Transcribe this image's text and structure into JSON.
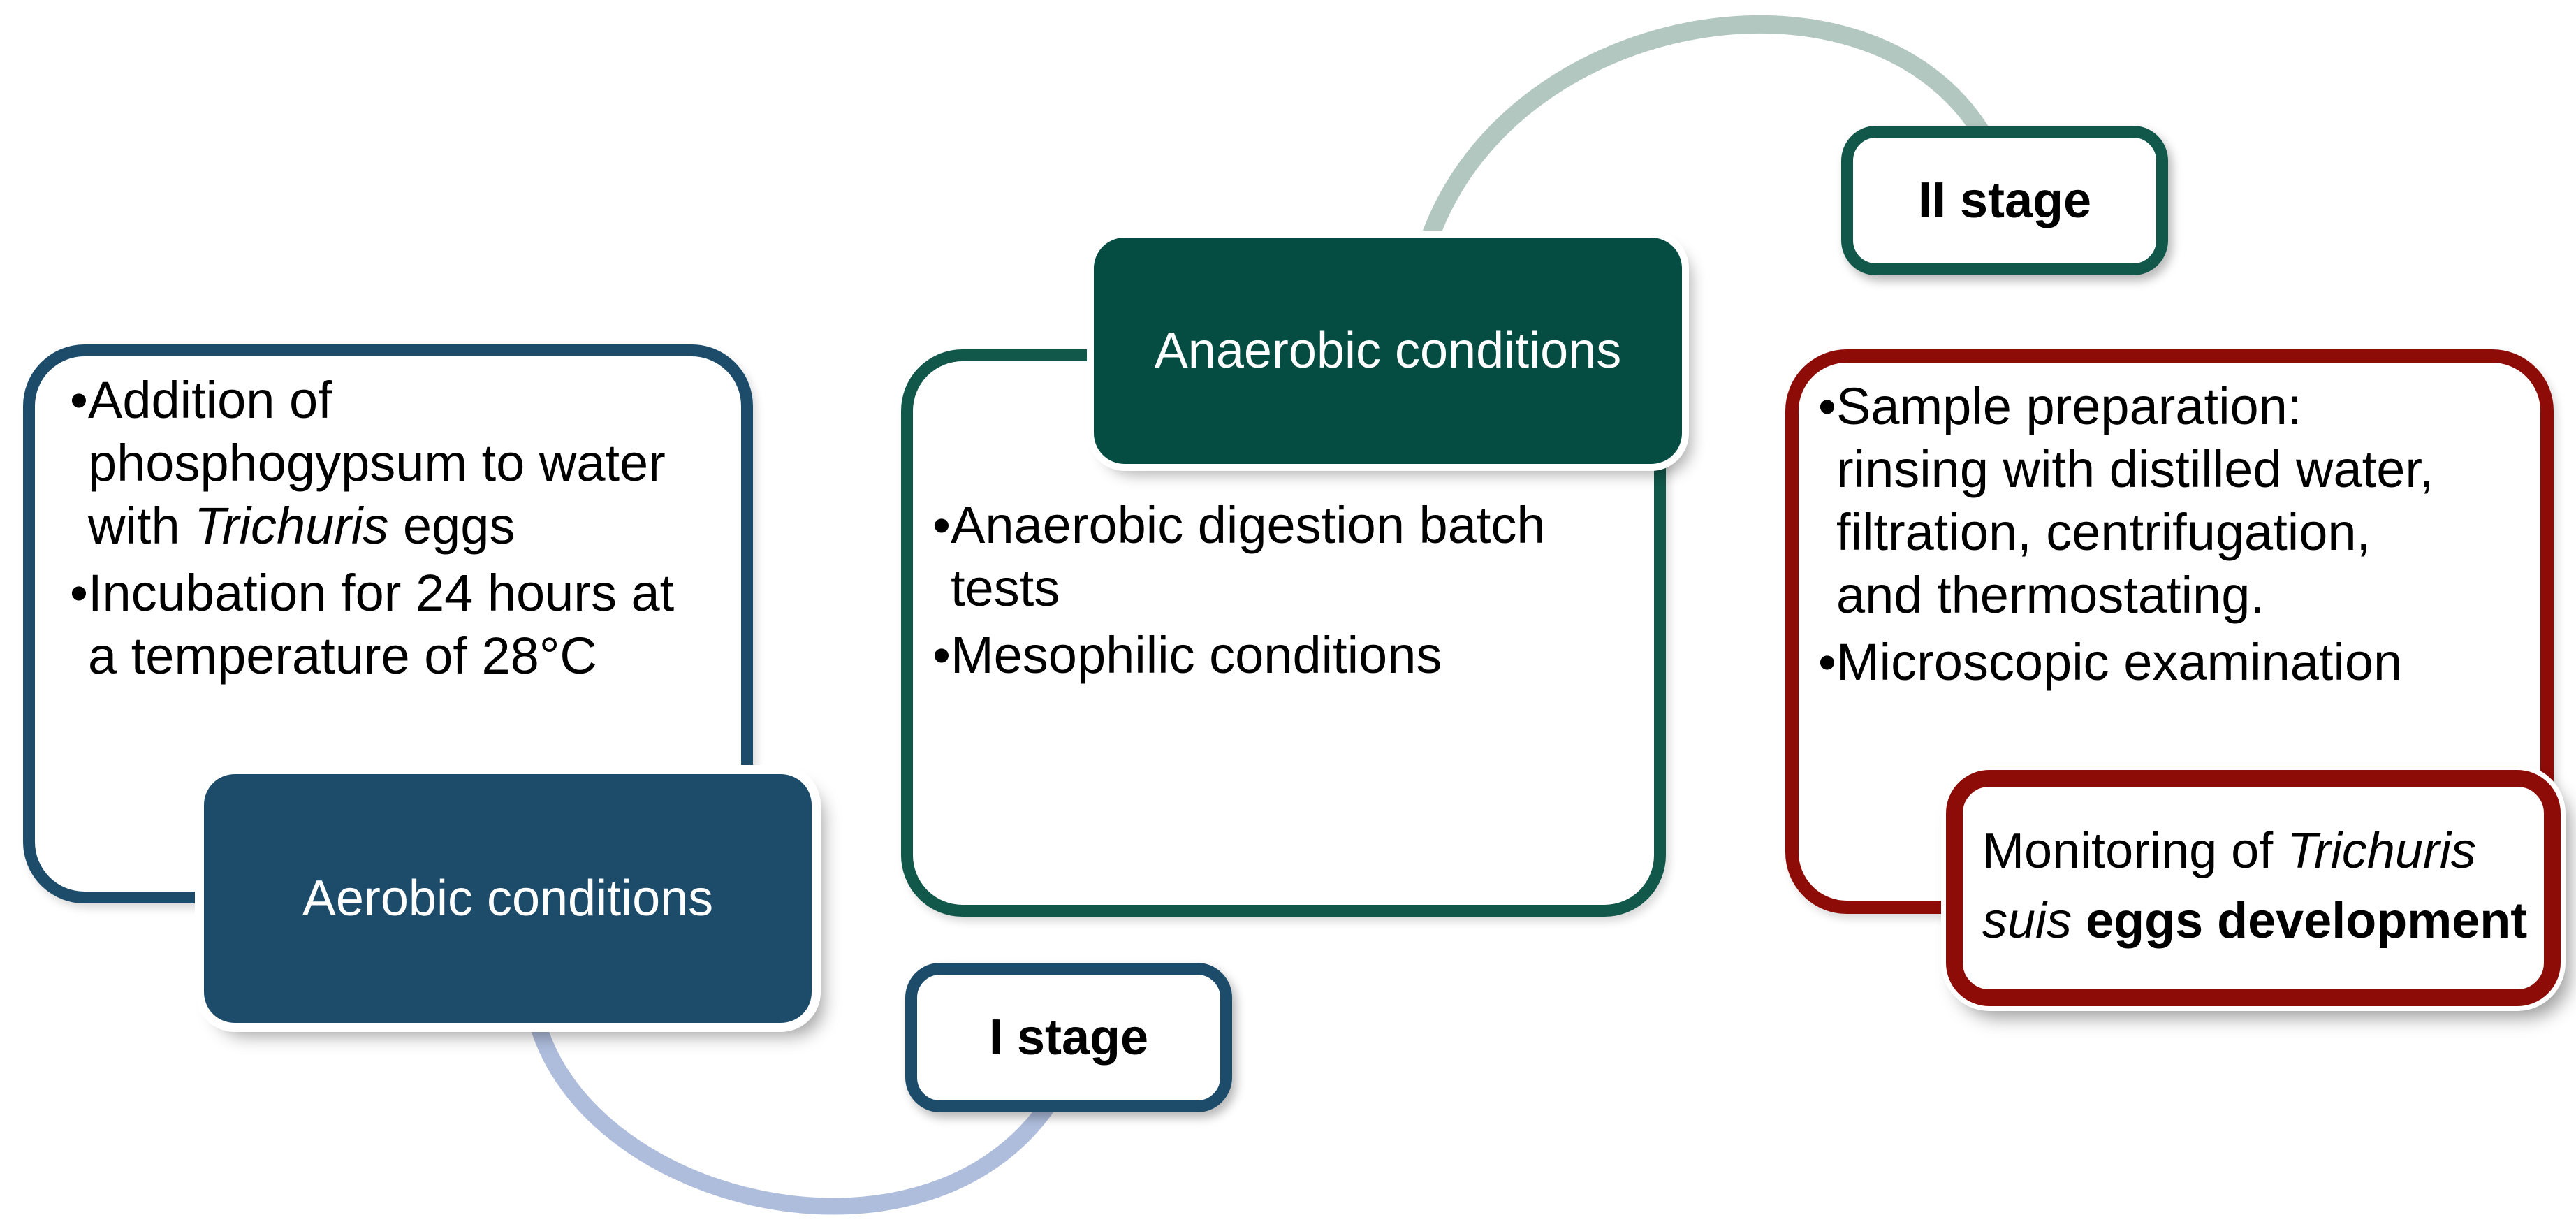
{
  "bullet_char": "•",
  "colors": {
    "dark_blue": "#1D4C6B",
    "dark_green_fill": "#054D42",
    "dark_green_border": "#11574A",
    "dark_red": "#8E0C08",
    "arc_blue": "#AEBDDC",
    "arc_green": "#B3C7C1",
    "text_black": "#000000",
    "text_white": "#FFFFFF",
    "background": "#FFFFFF"
  },
  "panels": {
    "aerobic": {
      "header": "Aerobic conditions",
      "stage_label": "I stage",
      "bullets": [
        {
          "lines": [
            [
              {
                "t": "Addition of"
              }
            ],
            [
              {
                "t": "phosphogypsum to water"
              }
            ],
            [
              {
                "t": "with "
              },
              {
                "t": "Trichuris",
                "s": "i"
              },
              {
                "t": " eggs"
              }
            ]
          ]
        },
        {
          "lines": [
            [
              {
                "t": "Incubation for 24 hours at"
              }
            ],
            [
              {
                "t": "a temperature of 28°C"
              }
            ]
          ]
        }
      ]
    },
    "anaerobic": {
      "header": "Anaerobic conditions",
      "stage_label": "II stage",
      "bullets": [
        {
          "lines": [
            [
              {
                "t": "Anaerobic digestion batch"
              }
            ],
            [
              {
                "t": "tests"
              }
            ]
          ]
        },
        {
          "lines": [
            [
              {
                "t": "Mesophilic conditions"
              }
            ]
          ]
        }
      ]
    },
    "examination": {
      "bullets": [
        {
          "lines": [
            [
              {
                "t": "Sample preparation:"
              }
            ],
            [
              {
                "t": "rinsing with distilled water,"
              }
            ],
            [
              {
                "t": "filtration, centrifugation,"
              }
            ],
            [
              {
                "t": "and thermostating."
              }
            ]
          ]
        },
        {
          "lines": [
            [
              {
                "t": "Microscopic examination"
              }
            ]
          ]
        }
      ],
      "result_lines": [
        [
          {
            "t": "Monitoring of "
          },
          {
            "t": "Trichuris",
            "s": "i"
          }
        ],
        [
          {
            "t": "suis",
            "s": "i"
          },
          {
            "t": " "
          },
          {
            "t": "eggs development",
            "s": "b"
          }
        ]
      ]
    }
  }
}
